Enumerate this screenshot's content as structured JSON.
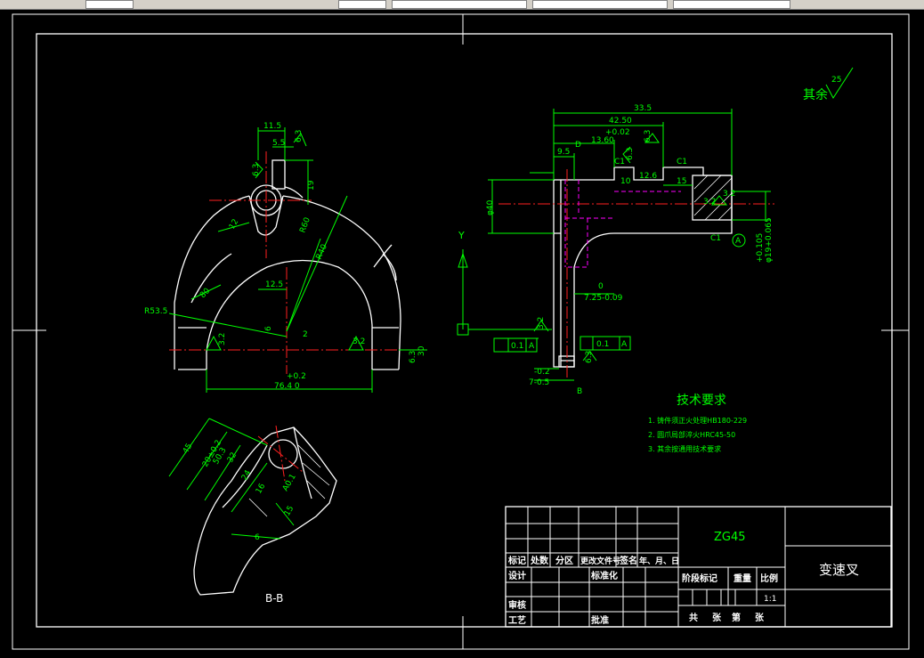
{
  "toolbar": {
    "fields": [
      "",
      "",
      "",
      "",
      ""
    ]
  },
  "surface_roughness": {
    "label": "其余",
    "value": "25"
  },
  "dims": {
    "front": [
      "11.5",
      "5.5",
      "6.3",
      "6.3",
      "19",
      "R60",
      "R40",
      "12",
      "12.5",
      "R53.5",
      "80",
      "2",
      "6",
      "3.2",
      "3.2",
      "6.3",
      "30",
      "+0.2",
      "76.4 0"
    ],
    "side": [
      "33.5",
      "42.50",
      "+0.02",
      "13.60",
      "D",
      "6.3",
      "9.5",
      "6.3",
      "C1",
      "C1",
      "10",
      "12.6",
      "15",
      "3.2",
      "φ40",
      "C1",
      "A",
      "+0.105",
      "φ19+0.065",
      "0",
      "7.25-0.09",
      "-0.2",
      "7-0.5",
      "B",
      "0.1",
      "A",
      "0.1",
      "A",
      "3.2",
      "3.2",
      "6.3"
    ],
    "section": [
      "45",
      "20±0.2",
      "50.3",
      "32",
      "24",
      "16",
      "A0.1",
      "15",
      "6"
    ]
  },
  "axis_label": "Y",
  "section_label": "B-B",
  "tech": {
    "title": "技术要求",
    "items": [
      "1. 铸件须正火处理HB180-229",
      "2. 圆爪局部淬火HRC45-50",
      "3. 其余按通用技术要求"
    ]
  },
  "title_block": {
    "material": "ZG45",
    "part_name": "变速叉",
    "scale": "1:1",
    "header_cells": [
      "标记",
      "处数",
      "分区",
      "更改文件号",
      "签名",
      "年、月、日"
    ],
    "row_labels": [
      "设计",
      "标准化",
      "审核",
      "工艺",
      "批准"
    ],
    "stage_cells": [
      "阶段标记",
      "重量",
      "比例"
    ],
    "sheet_cells": [
      "共",
      "张",
      "第",
      "张"
    ]
  }
}
